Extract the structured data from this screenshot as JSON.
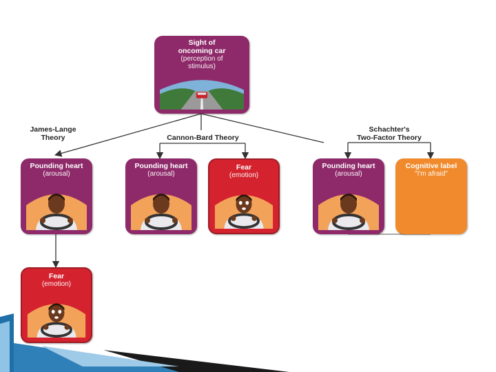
{
  "top_card": {
    "line1": "Sight of",
    "line2": "oncoming car",
    "line3": "(perception of",
    "line4": "stimulus)"
  },
  "theories": {
    "james_lange": {
      "line1": "James-Lange",
      "line2": "Theory"
    },
    "cannon_bard": {
      "line1": "Cannon-Bard Theory"
    },
    "schachter": {
      "line1": "Schachter's",
      "line2": "Two-Factor Theory"
    }
  },
  "cards": {
    "jl_arousal": {
      "title": "Pounding heart",
      "subtitle": "(arousal)"
    },
    "jl_fear": {
      "title": "Fear",
      "subtitle": "(emotion)"
    },
    "cb_arousal": {
      "title": "Pounding heart",
      "subtitle": "(arousal)"
    },
    "cb_fear": {
      "title": "Fear",
      "subtitle": "(emotion)"
    },
    "sc_arousal": {
      "title": "Pounding heart",
      "subtitle": "(arousal)"
    },
    "sc_label": {
      "title": "Cognitive label",
      "subtitle": "\"I'm afraid\""
    }
  },
  "colors": {
    "arousal": "#8e2a6a",
    "fear": "#d4232f",
    "cognitive": "#f08a2c",
    "line": "#333333",
    "deco_blue": "#2f7fb8"
  }
}
